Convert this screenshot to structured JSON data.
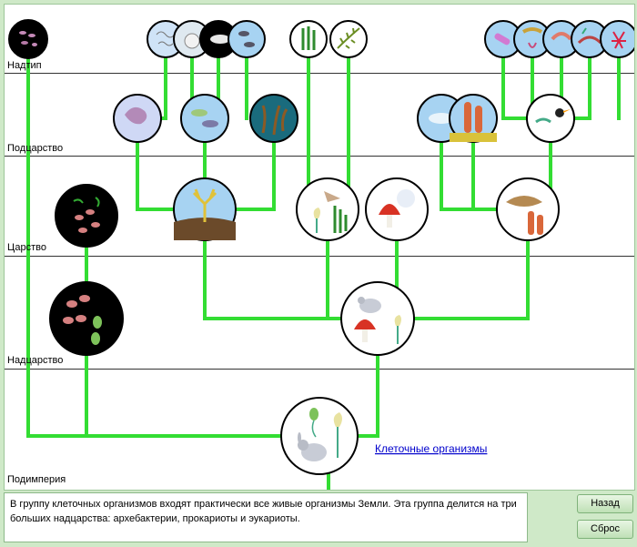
{
  "ranks": {
    "subphylum": "Надтип",
    "subkingdom": "Подцарство",
    "kingdom": "Царство",
    "superkingdom": "Надцарство",
    "subempire": "Подимперия"
  },
  "selected_node": {
    "label": "Клеточные организмы"
  },
  "info_text": "В группу клеточных организмов входят практически все живые организмы Земли. Эта группа делится на три больших надцарства: архебактерии, прокариоты и эукариоты.",
  "buttons": {
    "back": "Назад",
    "reset": "Сброс"
  },
  "colors": {
    "branch": "#33dd33",
    "background": "#cfe9c8",
    "link": "#0000cc"
  }
}
